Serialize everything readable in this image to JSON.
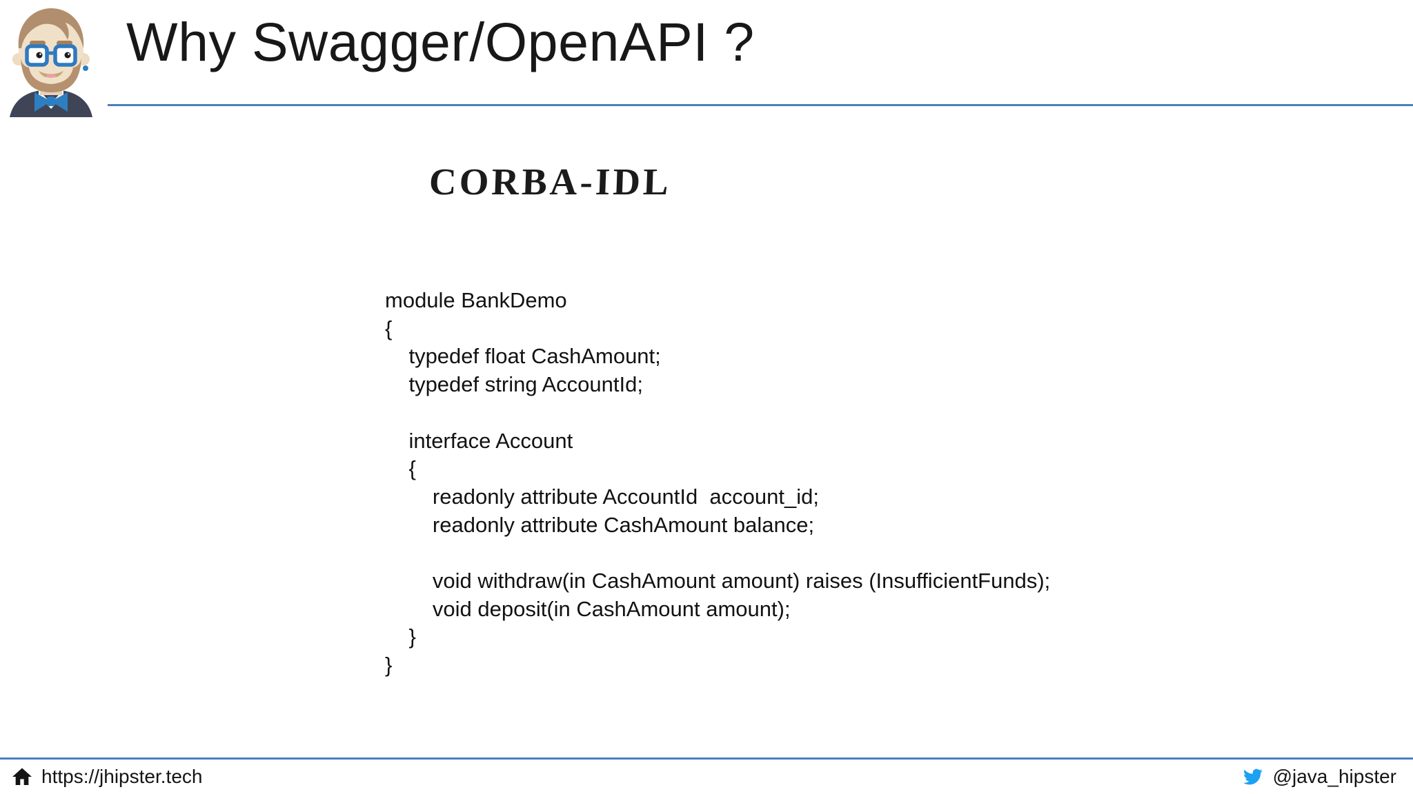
{
  "header": {
    "title": "Why Swagger/OpenAPI ?"
  },
  "content": {
    "heading": "CORBA-IDL",
    "code_lines": [
      "module BankDemo",
      "{",
      "    typedef float CashAmount;",
      "    typedef string AccountId;",
      "",
      "    interface Account",
      "    {",
      "        readonly attribute AccountId  account_id;",
      "        readonly attribute CashAmount balance;",
      "",
      "        void withdraw(in CashAmount amount) raises (InsufficientFunds);",
      "        void deposit(in CashAmount amount);",
      "    }",
      "}"
    ]
  },
  "footer": {
    "url": "https://jhipster.tech",
    "twitter_handle": "@java_hipster"
  },
  "icons": {
    "header_left": "jhipster-avatar",
    "footer_left": "home-icon",
    "footer_right": "twitter-icon"
  },
  "colors": {
    "accent_line": "#4a7ec0",
    "twitter_blue": "#1da1f2",
    "title_text": "#181818",
    "code_text": "#121212"
  }
}
